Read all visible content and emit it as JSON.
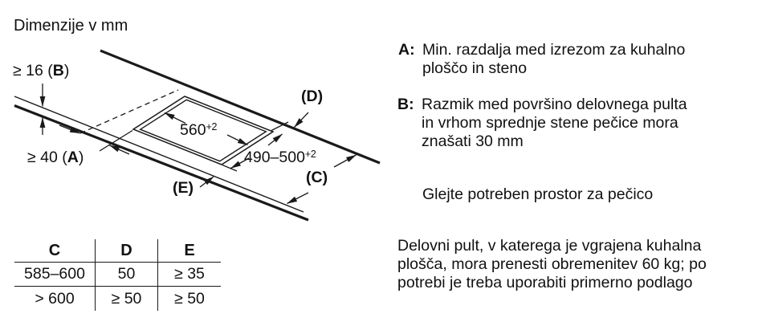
{
  "title": "Dimenzije v mm",
  "diagram": {
    "dim_b": {
      "pre": "≥ 16 (",
      "letter": "B",
      "post": ")"
    },
    "dim_a": {
      "pre": "≥ 40 (",
      "letter": "A",
      "post": ")"
    },
    "label_d": "(D)",
    "label_c": "(C)",
    "label_e": "(E)",
    "cutout_width": {
      "value": "560",
      "tolerance": "+2"
    },
    "cutout_depth": {
      "value": "490–500",
      "tolerance": "+2"
    }
  },
  "table": {
    "headers": [
      "C",
      "D",
      "E"
    ],
    "rows": [
      [
        "585–600",
        "50",
        "≥ 35"
      ],
      [
        "> 600",
        "≥ 50",
        "≥ 50"
      ]
    ]
  },
  "notes": {
    "a": {
      "marker": "A:",
      "lines": [
        "Min. razdalja med izrezom za kuhalno",
        "ploščo in steno"
      ]
    },
    "b": {
      "marker": "B:",
      "lines": [
        "Razmik med površino delovnega pulta",
        "in vrhom sprednje stene pečice mora",
        "znašati 30 mm"
      ]
    },
    "oven_space": {
      "lines": [
        "Glejte potreben prostor za pečico"
      ]
    },
    "load": {
      "lines": [
        "Delovni pult, v katerega je vgrajena kuhalna",
        "plošča, mora prenesti obremenitev 60 kg; po",
        "potrebi je treba uporabiti primerno podlago"
      ]
    }
  }
}
